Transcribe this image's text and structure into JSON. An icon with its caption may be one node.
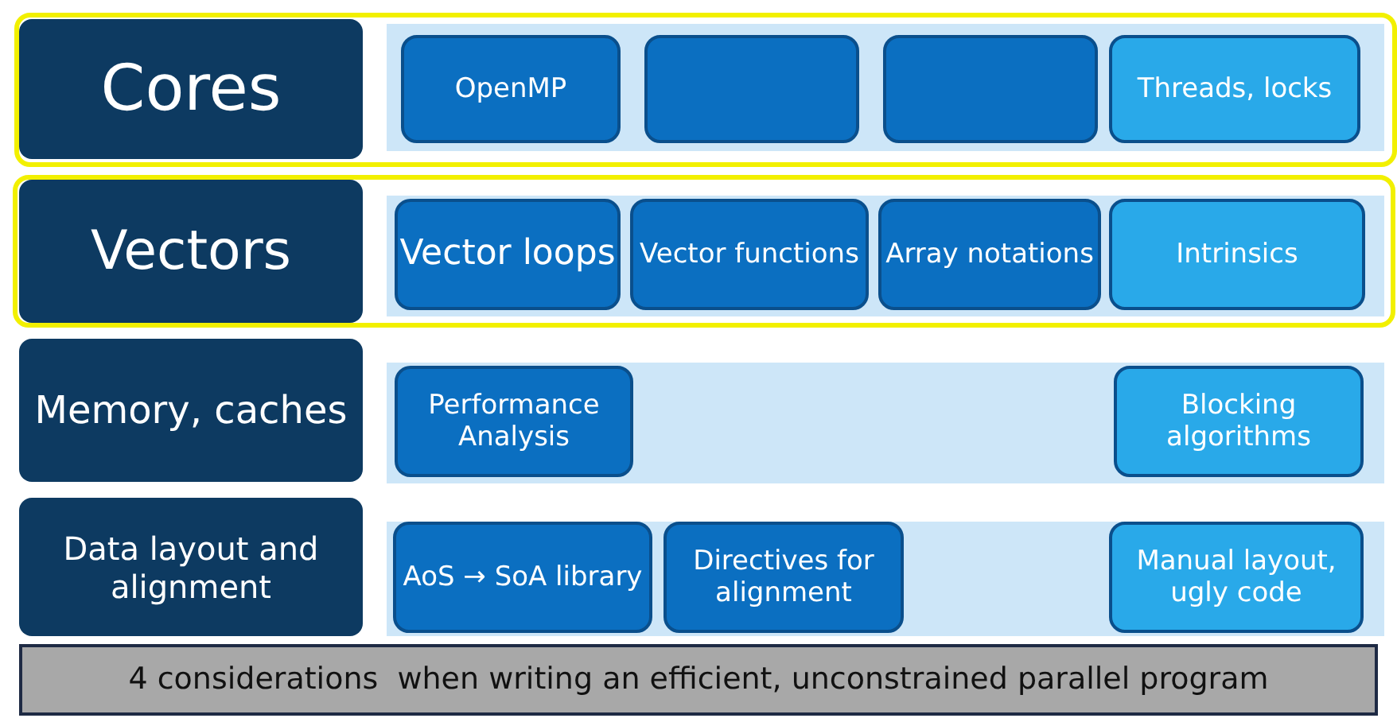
{
  "diagram": {
    "nodes": [
      {
        "text": [
          "Cores"
        ]
      },
      {
        "text": [],
        "shape": "bar"
      },
      {
        "text": [
          "OpenMP"
        ],
        "in": 1
      },
      {
        "text": [],
        "shape": "box",
        "in": 1
      },
      {
        "text": [],
        "shape": "box",
        "in": 1
      },
      {
        "text": [
          "Threads, locks"
        ],
        "in": 1
      },
      {
        "text": [
          "Vectors"
        ]
      },
      {
        "text": [],
        "shape": "bar"
      },
      {
        "text": [
          "Vector loops"
        ],
        "in": 7
      },
      {
        "text": [
          "Vector functions"
        ],
        "in": 7
      },
      {
        "text": [
          "Array notations"
        ],
        "in": 7
      },
      {
        "text": [
          "Intrinsics"
        ],
        "in": 7
      },
      {
        "text": [
          "Memory, caches"
        ]
      },
      {
        "text": [],
        "shape": "bar"
      },
      {
        "text": [
          "Performance Analysis"
        ],
        "in": 13
      },
      {
        "text": [
          "Blocking algorithms"
        ],
        "in": 13
      },
      {
        "text": [
          "Data layout and alignment"
        ]
      },
      {
        "text": [],
        "shape": "bar"
      },
      {
        "text": [
          "AoS → SoA library"
        ],
        "in": 17
      },
      {
        "text": [
          "Directives for alignment"
        ],
        "in": 17
      },
      {
        "text": [
          "Manual layout, ugly code"
        ],
        "in": 17
      },
      {
        "text": [
          "4 considerations  when writing an efficient, unconstrained parallel program"
        ]
      }
    ],
    "edges": []
  }
}
